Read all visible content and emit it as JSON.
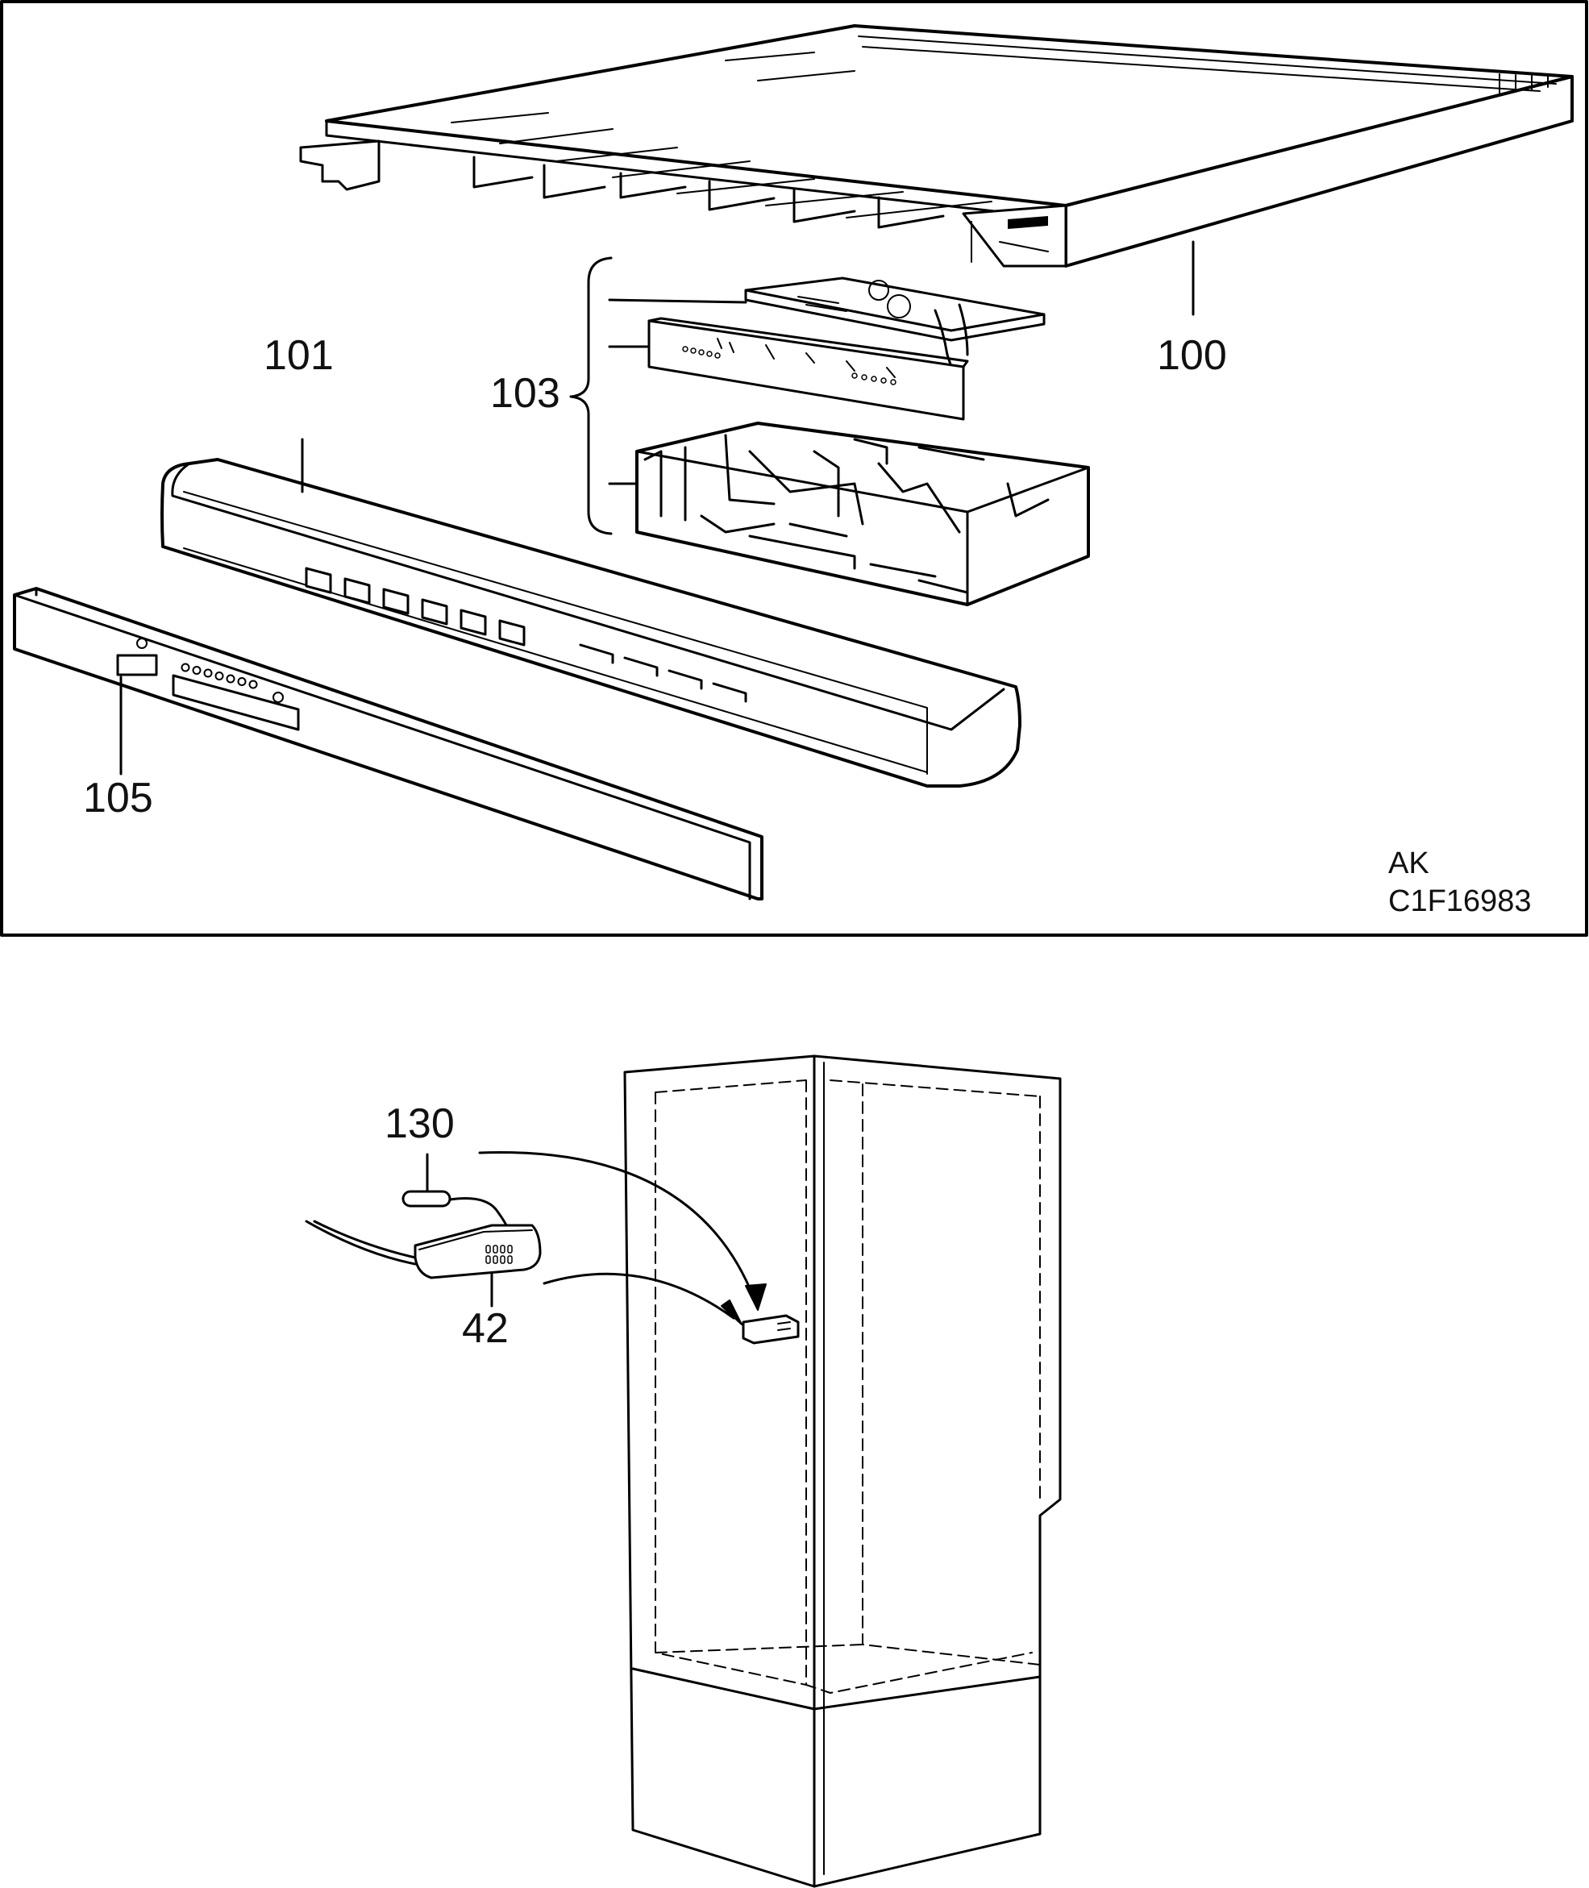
{
  "top_figure": {
    "callouts": {
      "p100": "100",
      "p101": "101",
      "p103": "103",
      "p105": "105"
    },
    "code_line1": "AK",
    "code_line2": "C1F16983"
  },
  "bottom_figure": {
    "callouts": {
      "p130": "130",
      "p42": "42"
    }
  }
}
